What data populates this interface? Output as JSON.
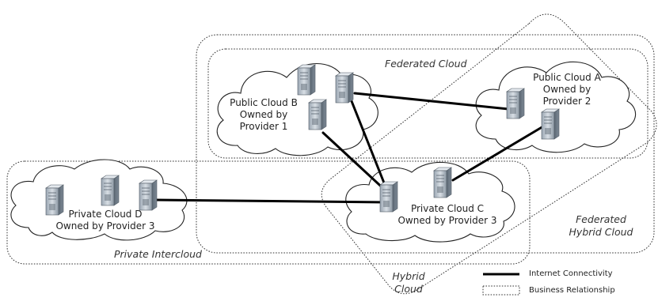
{
  "clouds": {
    "public_b": {
      "line1": "Public Cloud B",
      "line2": "Owned by",
      "line3": "Provider 1"
    },
    "public_a": {
      "line1": "Public Cloud A",
      "line2": "Owned by",
      "line3": "Provider 2"
    },
    "private_c": {
      "line1": "Private Cloud C",
      "line2": "Owned by Provider 3"
    },
    "private_d": {
      "line1": "Private Cloud D",
      "line2": "Owned by Provider 3"
    }
  },
  "regions": {
    "federated_cloud": "Federated Cloud",
    "federated_hybrid_line1": "Federated",
    "federated_hybrid_line2": "Hybrid Cloud",
    "private_intercloud": "Private Intercloud",
    "hybrid_line1": "Hybrid",
    "hybrid_line2": "Cloud"
  },
  "legend": {
    "internet": "Internet Connectivity",
    "business": "Business Relationship"
  }
}
